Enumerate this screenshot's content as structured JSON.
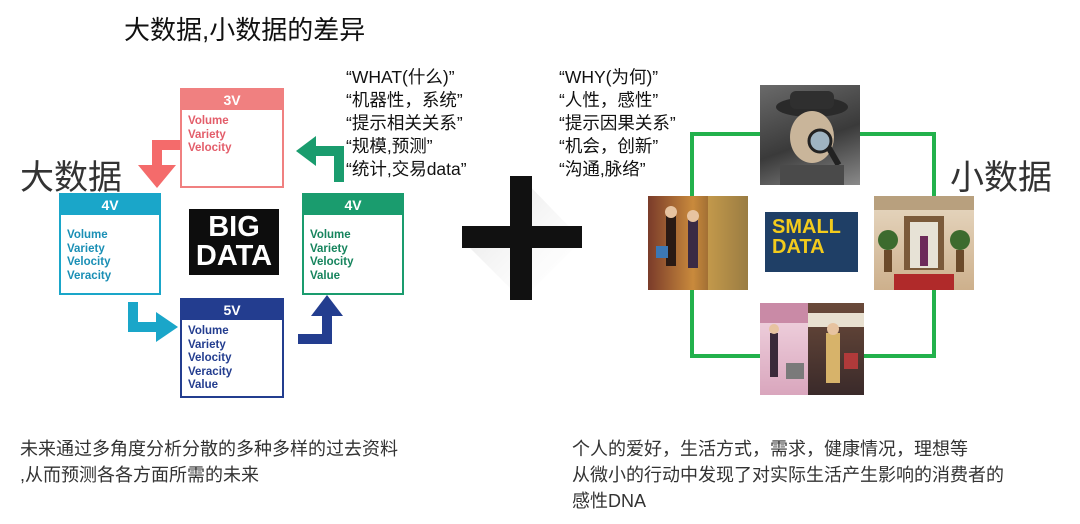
{
  "title": "大数据,小数据的差异",
  "big_label": "大数据",
  "small_label": "小数据",
  "center_logo": [
    "BIG",
    "DATA"
  ],
  "small_logo": [
    "SMALL",
    "DATA"
  ],
  "boxes": {
    "top": {
      "header": "3V",
      "items": [
        "Volume",
        "Variety",
        "Velocity"
      ],
      "color": "#f08080"
    },
    "left": {
      "header": "4V",
      "items": [
        "Volume",
        "Variety",
        "Velocity",
        "Veracity"
      ],
      "color": "#1aa6c9"
    },
    "right": {
      "header": "4V",
      "items": [
        "Volume",
        "Variety",
        "Velocity",
        "Value"
      ],
      "color": "#1a9c6e"
    },
    "bottom": {
      "header": "5V",
      "items": [
        "Volume",
        "Variety",
        "Velocity",
        "Veracity",
        "Value"
      ],
      "color": "#233d8f"
    }
  },
  "quotes_big": [
    "“WHAT(什么)”",
    "“机器性，系统”",
    "“提示相关关系”",
    "“规模,预测”",
    "“统计,交易data”"
  ],
  "quotes_small": [
    "“WHY(为何)”",
    "“人性，感性”",
    "“提示因果关系”",
    "“机会，创新”",
    "“沟通,脉络”"
  ],
  "desc_big": [
    "未来通过多角度分析分散的多种多样的过去资料",
    ",从而预测各各方面所需的未来"
  ],
  "desc_small": [
    "个人的爱好，生活方式，需求，健康情况，理想等",
    "从微小的行动中发现了对实际生活产生影响的消费者的",
    "感性DNA"
  ],
  "colors": {
    "frame_green": "#22b14c"
  }
}
